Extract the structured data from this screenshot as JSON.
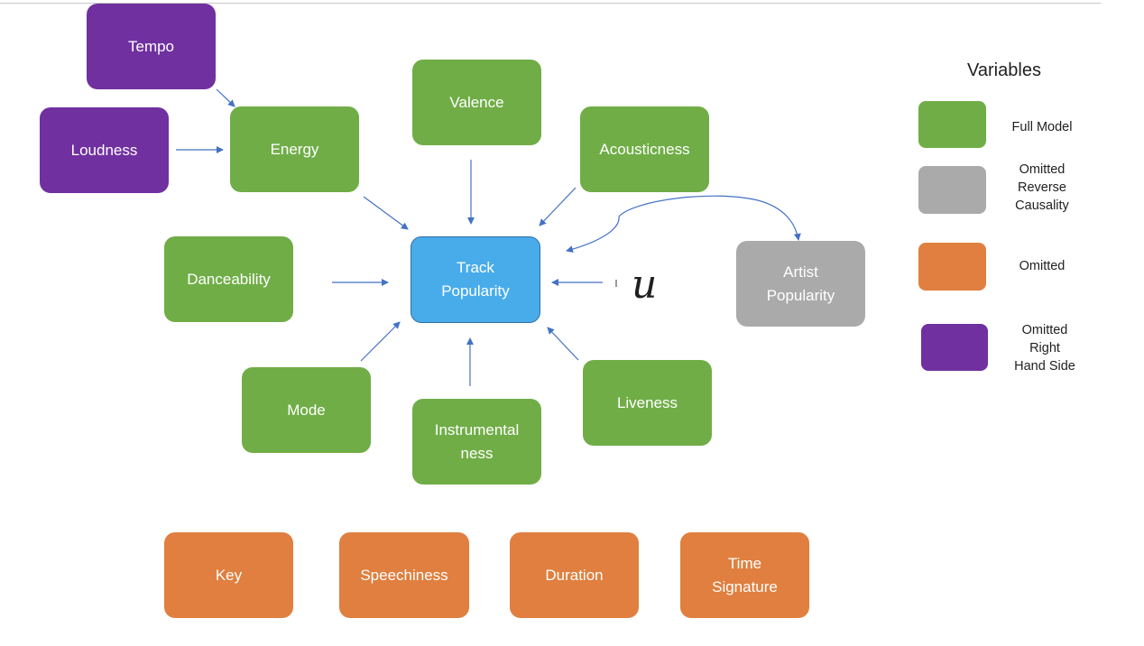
{
  "nodes": {
    "tempo": "Tempo",
    "loudness": "Loudness",
    "energy": "Energy",
    "valence": "Valence",
    "acousticness": "Acousticness",
    "danceability": "Danceability",
    "track_popularity": "Track\nPopularity",
    "artist_popularity": "Artist\nPopularity",
    "mode": "Mode",
    "instrumentalness": "Instrumental\nness",
    "liveness": "Liveness",
    "key": "Key",
    "speechiness": "Speechiness",
    "duration": "Duration",
    "time_signature": "Time\nSignature",
    "u_symbol": "u"
  },
  "legend": {
    "title": "Variables",
    "items": [
      {
        "label": "Full Model",
        "color": "#70ad47"
      },
      {
        "label": "Omitted\nReverse\nCausality",
        "color": "#aaaaaa"
      },
      {
        "label": "Omitted",
        "color": "#e07f3f"
      },
      {
        "label": "Omitted\nRight\nHand Side",
        "color": "#7030a0"
      }
    ]
  },
  "colors": {
    "full_model": "#70ad47",
    "omitted_reverse_causality": "#aaaaaa",
    "omitted": "#e07f3f",
    "omitted_rhs": "#7030a0",
    "outcome": "#49acea",
    "arrow": "#4472c4"
  }
}
